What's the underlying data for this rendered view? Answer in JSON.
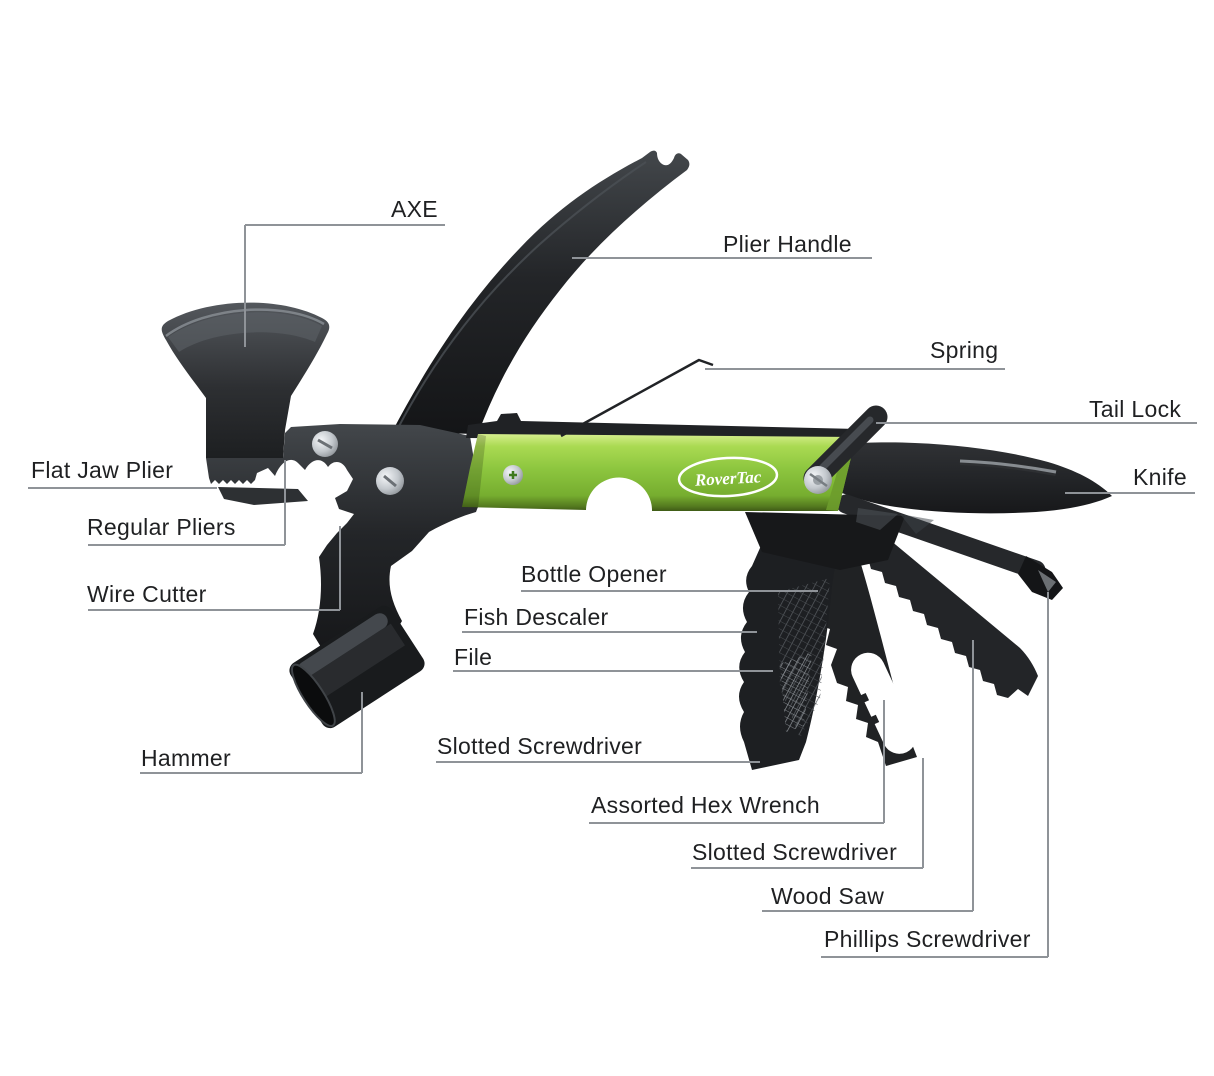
{
  "diagram": {
    "brand": "RoverTac",
    "labels": {
      "axe": "AXE",
      "plier_handle": "Plier Handle",
      "spring": "Spring",
      "tail_lock": "Tail Lock",
      "knife": "Knife",
      "flat_jaw_plier": "Flat Jaw Plier",
      "regular_pliers": "Regular Pliers",
      "wire_cutter": "Wire Cutter",
      "hammer": "Hammer",
      "bottle_opener": "Bottle Opener",
      "fish_descaler": "Fish Descaler",
      "file": "File",
      "slotted_screwdriver_1": "Slotted Screwdriver",
      "assorted_hex_wrench": "Assorted Hex Wrench",
      "slotted_screwdriver_2": "Slotted Screwdriver",
      "wood_saw": "Wood Saw",
      "phillips_screwdriver": "Phillips Screwdriver"
    },
    "colors": {
      "background": "#ffffff",
      "handle_green": "#8dc63f",
      "tool_black": "#222326",
      "leader_line": "#8f9398",
      "label_text": "#1f2022",
      "logo_text": "#ffffff"
    }
  }
}
